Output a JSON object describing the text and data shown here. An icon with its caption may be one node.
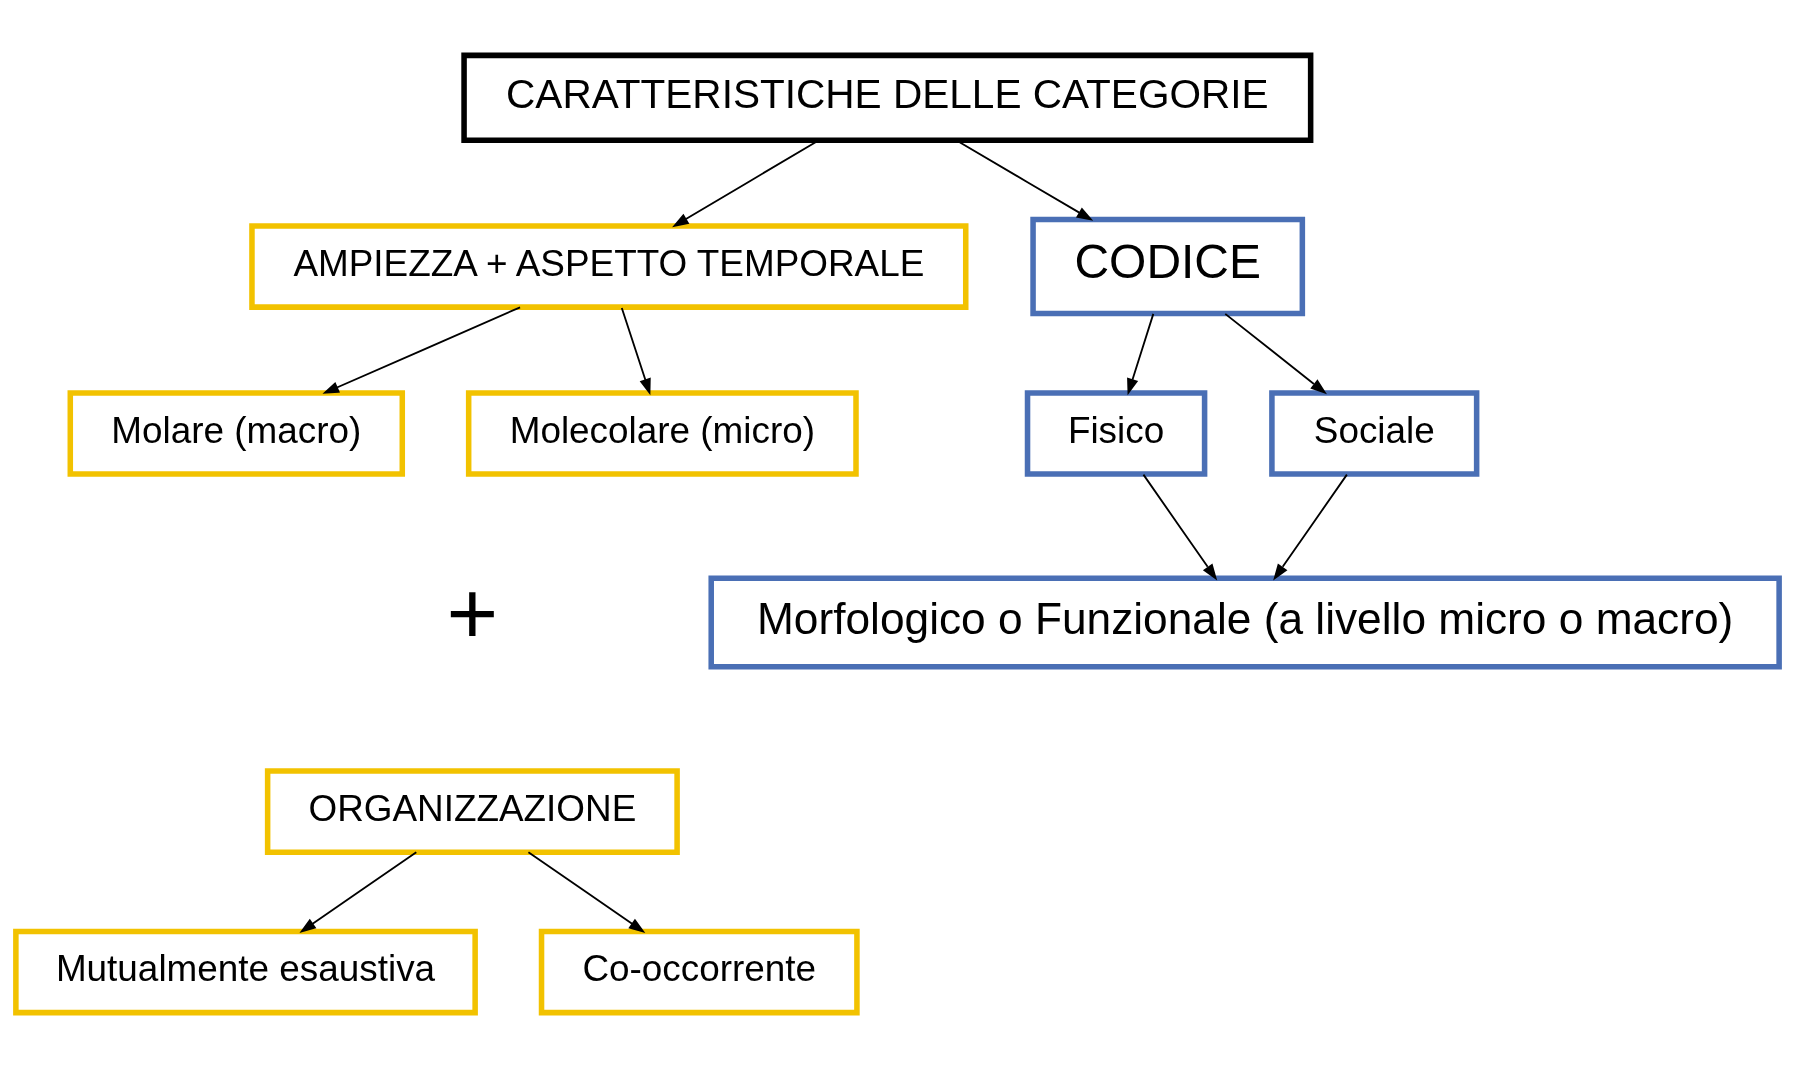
{
  "diagram": {
    "nodes": [
      {
        "text": [
          "CARATTERISTICHE DELLE CATEGORIE"
        ]
      },
      {
        "text": [
          "AMPIEZZA + ASPETTO TEMPORALE"
        ]
      },
      {
        "text": [
          "CODICE"
        ]
      },
      {
        "text": [
          "Molare (macro)"
        ]
      },
      {
        "text": [
          "Molecolare (micro)"
        ]
      },
      {
        "text": [
          "Fisico"
        ]
      },
      {
        "text": [
          "Sociale"
        ]
      },
      {
        "text": [
          "ORGANIZZAZIONE"
        ]
      },
      {
        "text": [
          "Morfologico o Funzionale (a livello micro o macro)"
        ]
      },
      {
        "text": [
          "Mutualmente esaustiva"
        ]
      },
      {
        "text": [
          "Co-occorrente"
        ]
      }
    ],
    "edges": [
      {
        "from": 0,
        "to": 1,
        "arrow": "to"
      },
      {
        "from": 0,
        "to": 2,
        "arrow": "to"
      },
      {
        "from": 1,
        "to": 3,
        "arrow": "to"
      },
      {
        "from": 1,
        "to": 4,
        "arrow": "to"
      },
      {
        "from": 2,
        "to": 5,
        "arrow": "to"
      },
      {
        "from": 2,
        "to": 6,
        "arrow": "to"
      },
      {
        "from": 5,
        "to": 8,
        "arrow": "to"
      },
      {
        "from": 6,
        "to": 8,
        "arrow": "to"
      },
      {
        "from": 7,
        "to": 9,
        "arrow": "to"
      },
      {
        "from": 7,
        "to": 10,
        "arrow": "to"
      }
    ],
    "labels": [
      "+"
    ]
  }
}
